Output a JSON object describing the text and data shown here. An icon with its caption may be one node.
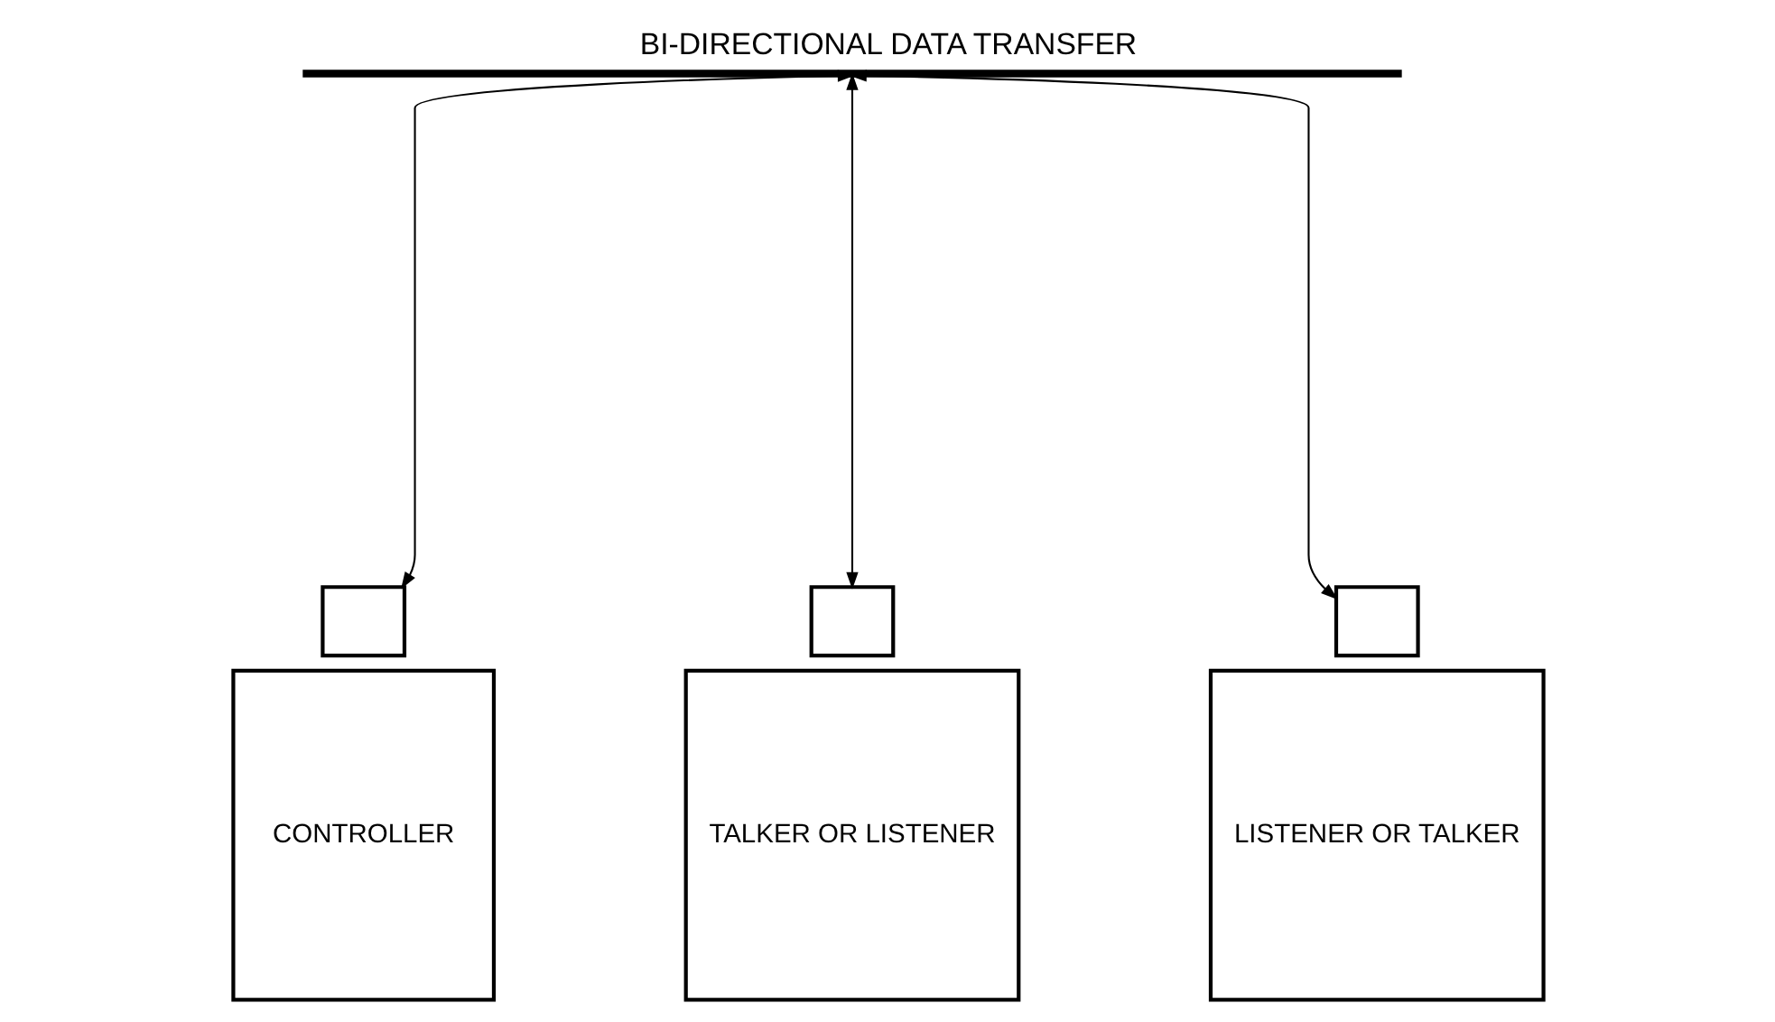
{
  "diagram": {
    "title": "BI-DIRECTIONAL DATA TRANSFER",
    "nodes": [
      {
        "text": [],
        "shape": "bar"
      },
      {
        "text": [],
        "shape": "box"
      },
      {
        "text": [
          "CONTROLLER"
        ]
      },
      {
        "text": [],
        "shape": "box"
      },
      {
        "text": [
          "TALKER OR LISTENER"
        ]
      },
      {
        "text": [],
        "shape": "box"
      },
      {
        "text": [
          "LISTENER OR TALKER"
        ]
      }
    ],
    "edges": [
      {
        "from": 0,
        "to": 1,
        "arrow": "both"
      },
      {
        "from": 0,
        "to": 3,
        "arrow": "both"
      },
      {
        "from": 0,
        "to": 5,
        "arrow": "both"
      }
    ]
  }
}
